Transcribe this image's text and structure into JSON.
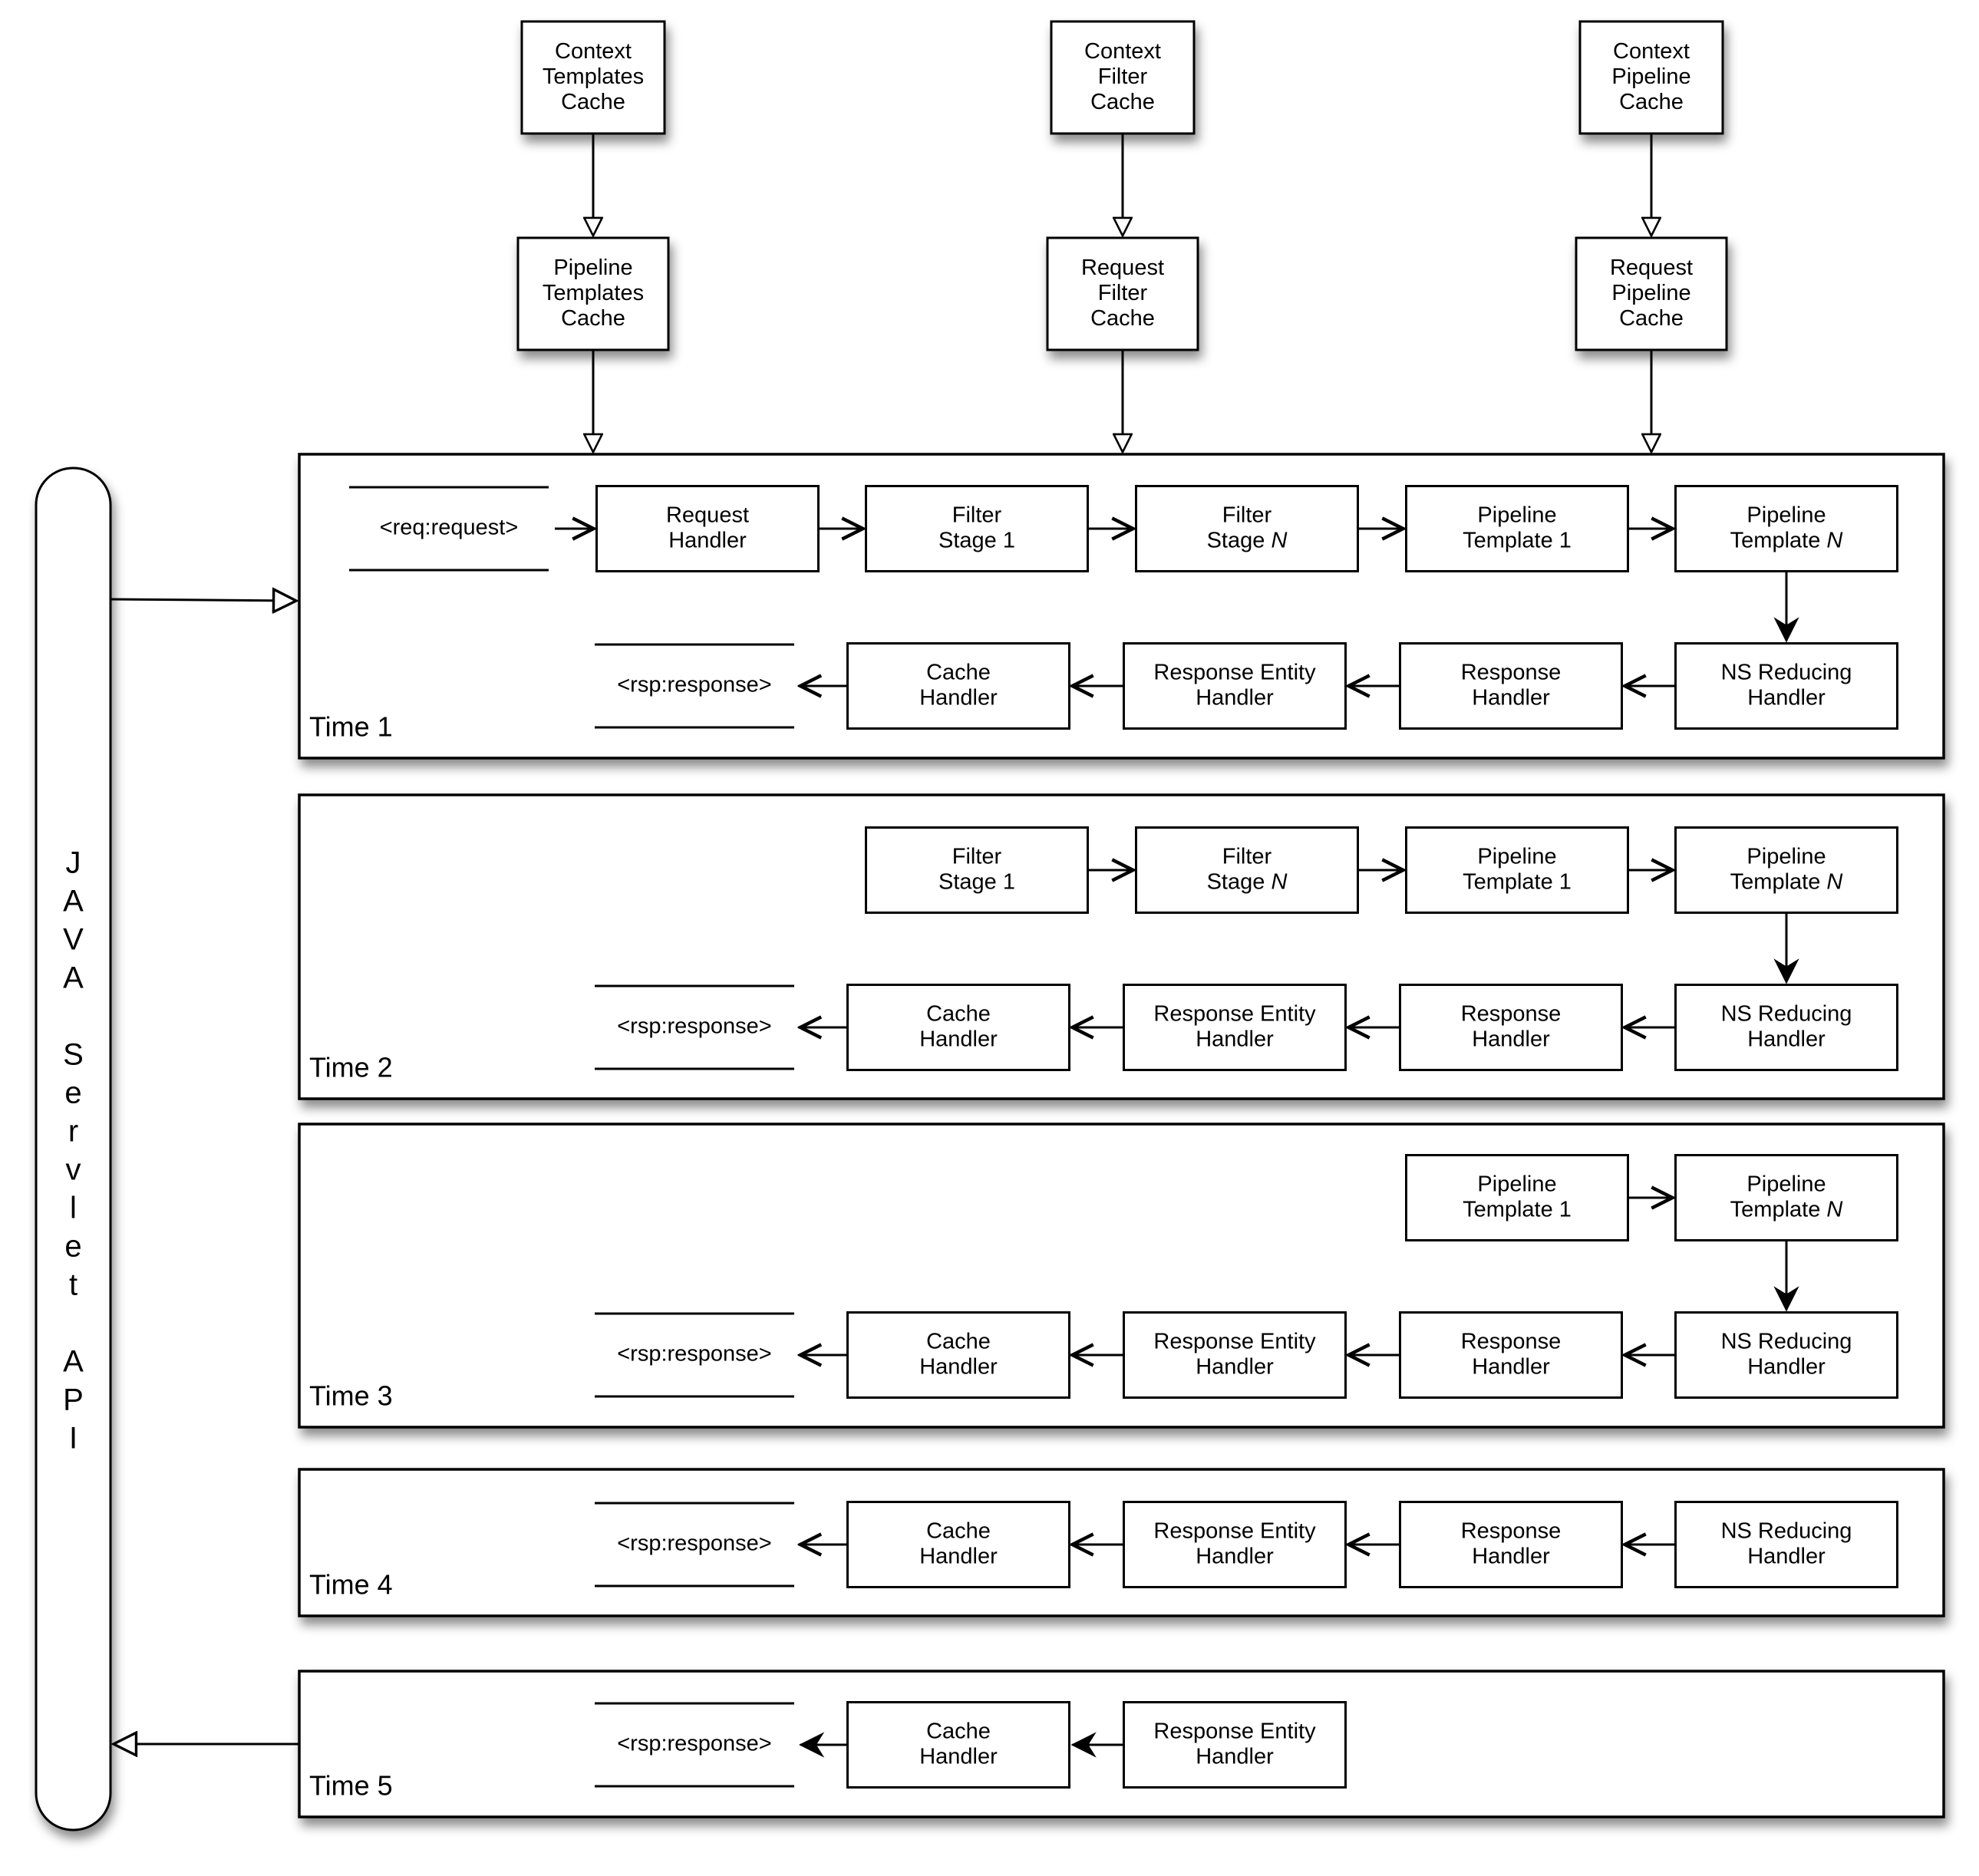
{
  "caches": {
    "context": [
      {
        "lines": [
          "Context",
          "Templates",
          "Cache"
        ]
      },
      {
        "lines": [
          "Context",
          "Filter",
          "Cache"
        ]
      },
      {
        "lines": [
          "Context",
          "Pipeline",
          "Cache"
        ]
      }
    ],
    "request": [
      {
        "lines": [
          "Pipeline",
          "Templates",
          "Cache"
        ]
      },
      {
        "lines": [
          "Request",
          "Filter",
          "Cache"
        ]
      },
      {
        "lines": [
          "Request",
          "Pipeline",
          "Cache"
        ]
      }
    ]
  },
  "api": {
    "label": "JAVA Servlet API",
    "letters": [
      "J",
      "A",
      "V",
      "A",
      "S",
      "e",
      "r",
      "v",
      "l",
      "e",
      "t",
      "A",
      "P",
      "I"
    ]
  },
  "panels": [
    {
      "time_label": "Time 1",
      "request_row": {
        "input": "<req:request>",
        "stages": [
          {
            "lines": [
              "Request",
              "Handler"
            ]
          },
          {
            "lines": [
              "Filter",
              "Stage 1"
            ]
          },
          {
            "lines": [
              "Filter",
              "Stage "
            ],
            "emph": "N"
          },
          {
            "lines": [
              "Pipeline",
              "Template 1"
            ]
          },
          {
            "lines": [
              "Pipeline",
              "Template "
            ],
            "emph": "N"
          }
        ]
      },
      "response_row": {
        "output": "<rsp:response>",
        "stages": [
          {
            "lines": [
              "Cache",
              "Handler"
            ]
          },
          {
            "lines": [
              "Response Entity",
              "Handler"
            ]
          },
          {
            "lines": [
              "Response",
              "Handler"
            ]
          },
          {
            "lines": [
              "NS Reducing",
              "Handler"
            ]
          }
        ]
      }
    },
    {
      "time_label": "Time 2",
      "request_row": {
        "stages": [
          {
            "lines": [
              "Filter",
              "Stage 1"
            ]
          },
          {
            "lines": [
              "Filter",
              "Stage "
            ],
            "emph": "N"
          },
          {
            "lines": [
              "Pipeline",
              "Template 1"
            ]
          },
          {
            "lines": [
              "Pipeline",
              "Template "
            ],
            "emph": "N"
          }
        ]
      },
      "response_row": {
        "output": "<rsp:response>",
        "stages": [
          {
            "lines": [
              "Cache",
              "Handler"
            ]
          },
          {
            "lines": [
              "Response Entity",
              "Handler"
            ]
          },
          {
            "lines": [
              "Response",
              "Handler"
            ]
          },
          {
            "lines": [
              "NS Reducing",
              "Handler"
            ]
          }
        ]
      }
    },
    {
      "time_label": "Time 3",
      "request_row": {
        "stages": [
          {
            "lines": [
              "Pipeline",
              "Template 1"
            ]
          },
          {
            "lines": [
              "Pipeline",
              "Template "
            ],
            "emph": "N"
          }
        ]
      },
      "response_row": {
        "output": "<rsp:response>",
        "stages": [
          {
            "lines": [
              "Cache",
              "Handler"
            ]
          },
          {
            "lines": [
              "Response Entity",
              "Handler"
            ]
          },
          {
            "lines": [
              "Response",
              "Handler"
            ]
          },
          {
            "lines": [
              "NS Reducing",
              "Handler"
            ]
          }
        ]
      }
    },
    {
      "time_label": "Time 4",
      "response_row": {
        "output": "<rsp:response>",
        "stages": [
          {
            "lines": [
              "Cache",
              "Handler"
            ]
          },
          {
            "lines": [
              "Response Entity",
              "Handler"
            ]
          },
          {
            "lines": [
              "Response",
              "Handler"
            ]
          },
          {
            "lines": [
              "NS Reducing",
              "Handler"
            ]
          }
        ]
      }
    },
    {
      "time_label": "Time 5",
      "response_row": {
        "output": "<rsp:response>",
        "stages": [
          {
            "lines": [
              "Cache",
              "Handler"
            ]
          },
          {
            "lines": [
              "Response Entity",
              "Handler"
            ]
          }
        ]
      }
    }
  ]
}
